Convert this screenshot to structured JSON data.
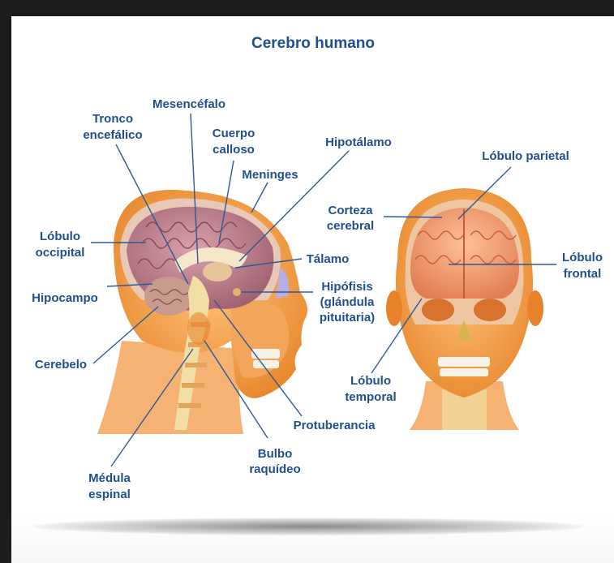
{
  "title": "Cerebro humano",
  "labels": {
    "mesencefalo": "Mesencéfalo",
    "tronco_1": "Tronco",
    "tronco_2": "encefálico",
    "cuerpo_1": "Cuerpo",
    "cuerpo_2": "calloso",
    "hipotalamo": "Hipotálamo",
    "meninges": "Meninges",
    "lobulo_occipital_1": "Lóbulo",
    "lobulo_occipital_2": "occipital",
    "hipocampo": "Hipocampo",
    "talamo": "Tálamo",
    "hipofisis_1": "Hipófisis",
    "hipofisis_2": "(glándula",
    "hipofisis_3": "pituitaria)",
    "cerebelo": "Cerebelo",
    "protuberancia": "Protuberancia",
    "bulbo_1": "Bulbo",
    "bulbo_2": "raquídeo",
    "medula_1": "Médula",
    "medula_2": "espinal",
    "lobulo_parietal": "Lóbulo parietal",
    "corteza_1": "Corteza",
    "corteza_2": "cerebral",
    "lobulo_frontal_1": "Lóbulo",
    "lobulo_frontal_2": "frontal",
    "lobulo_temporal_1": "Lóbulo",
    "lobulo_temporal_2": "temporal"
  },
  "colors": {
    "label_blue": "#1f4f8f",
    "skin": "#f0a04a",
    "brain_side": "#b77a8a",
    "brain_front": "#ef9a72"
  }
}
